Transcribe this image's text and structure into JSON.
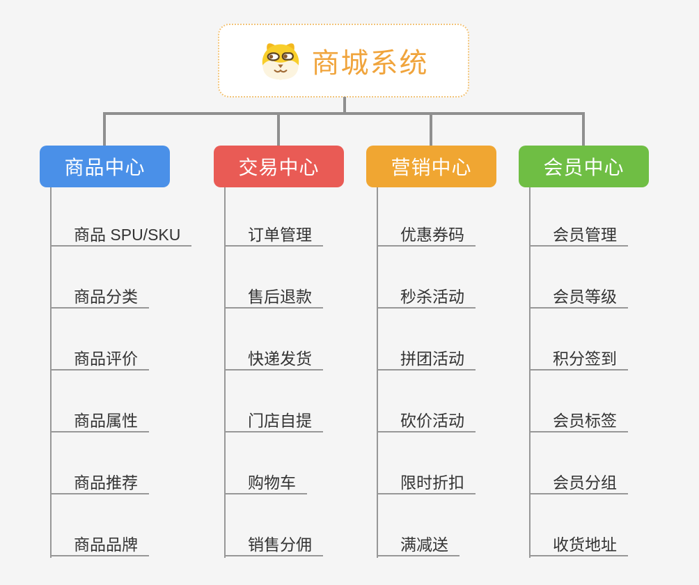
{
  "palette": {
    "bg": "#f5f5f5",
    "line": "#8f8f8f",
    "subline": "#979797",
    "text": "#333333",
    "root_text": "#f0a43c",
    "root_border": "#f2c377"
  },
  "root": {
    "title": "商城系统",
    "icon": "dog-face-icon"
  },
  "branches": [
    {
      "label": "商品中心",
      "color": "#4a90e8",
      "children": [
        "商品 SPU/SKU",
        "商品分类",
        "商品评价",
        "商品属性",
        "商品推荐",
        "商品品牌"
      ]
    },
    {
      "label": "交易中心",
      "color": "#e95b55",
      "children": [
        "订单管理",
        "售后退款",
        "快递发货",
        "门店自提",
        "购物车",
        "销售分佣"
      ]
    },
    {
      "label": "营销中心",
      "color": "#f0a632",
      "children": [
        "优惠券码",
        "秒杀活动",
        "拼团活动",
        "砍价活动",
        "限时折扣",
        "满减送"
      ]
    },
    {
      "label": "会员中心",
      "color": "#6fbe44",
      "children": [
        "会员管理",
        "会员等级",
        "积分签到",
        "会员标签",
        "会员分组",
        "收货地址"
      ]
    }
  ]
}
